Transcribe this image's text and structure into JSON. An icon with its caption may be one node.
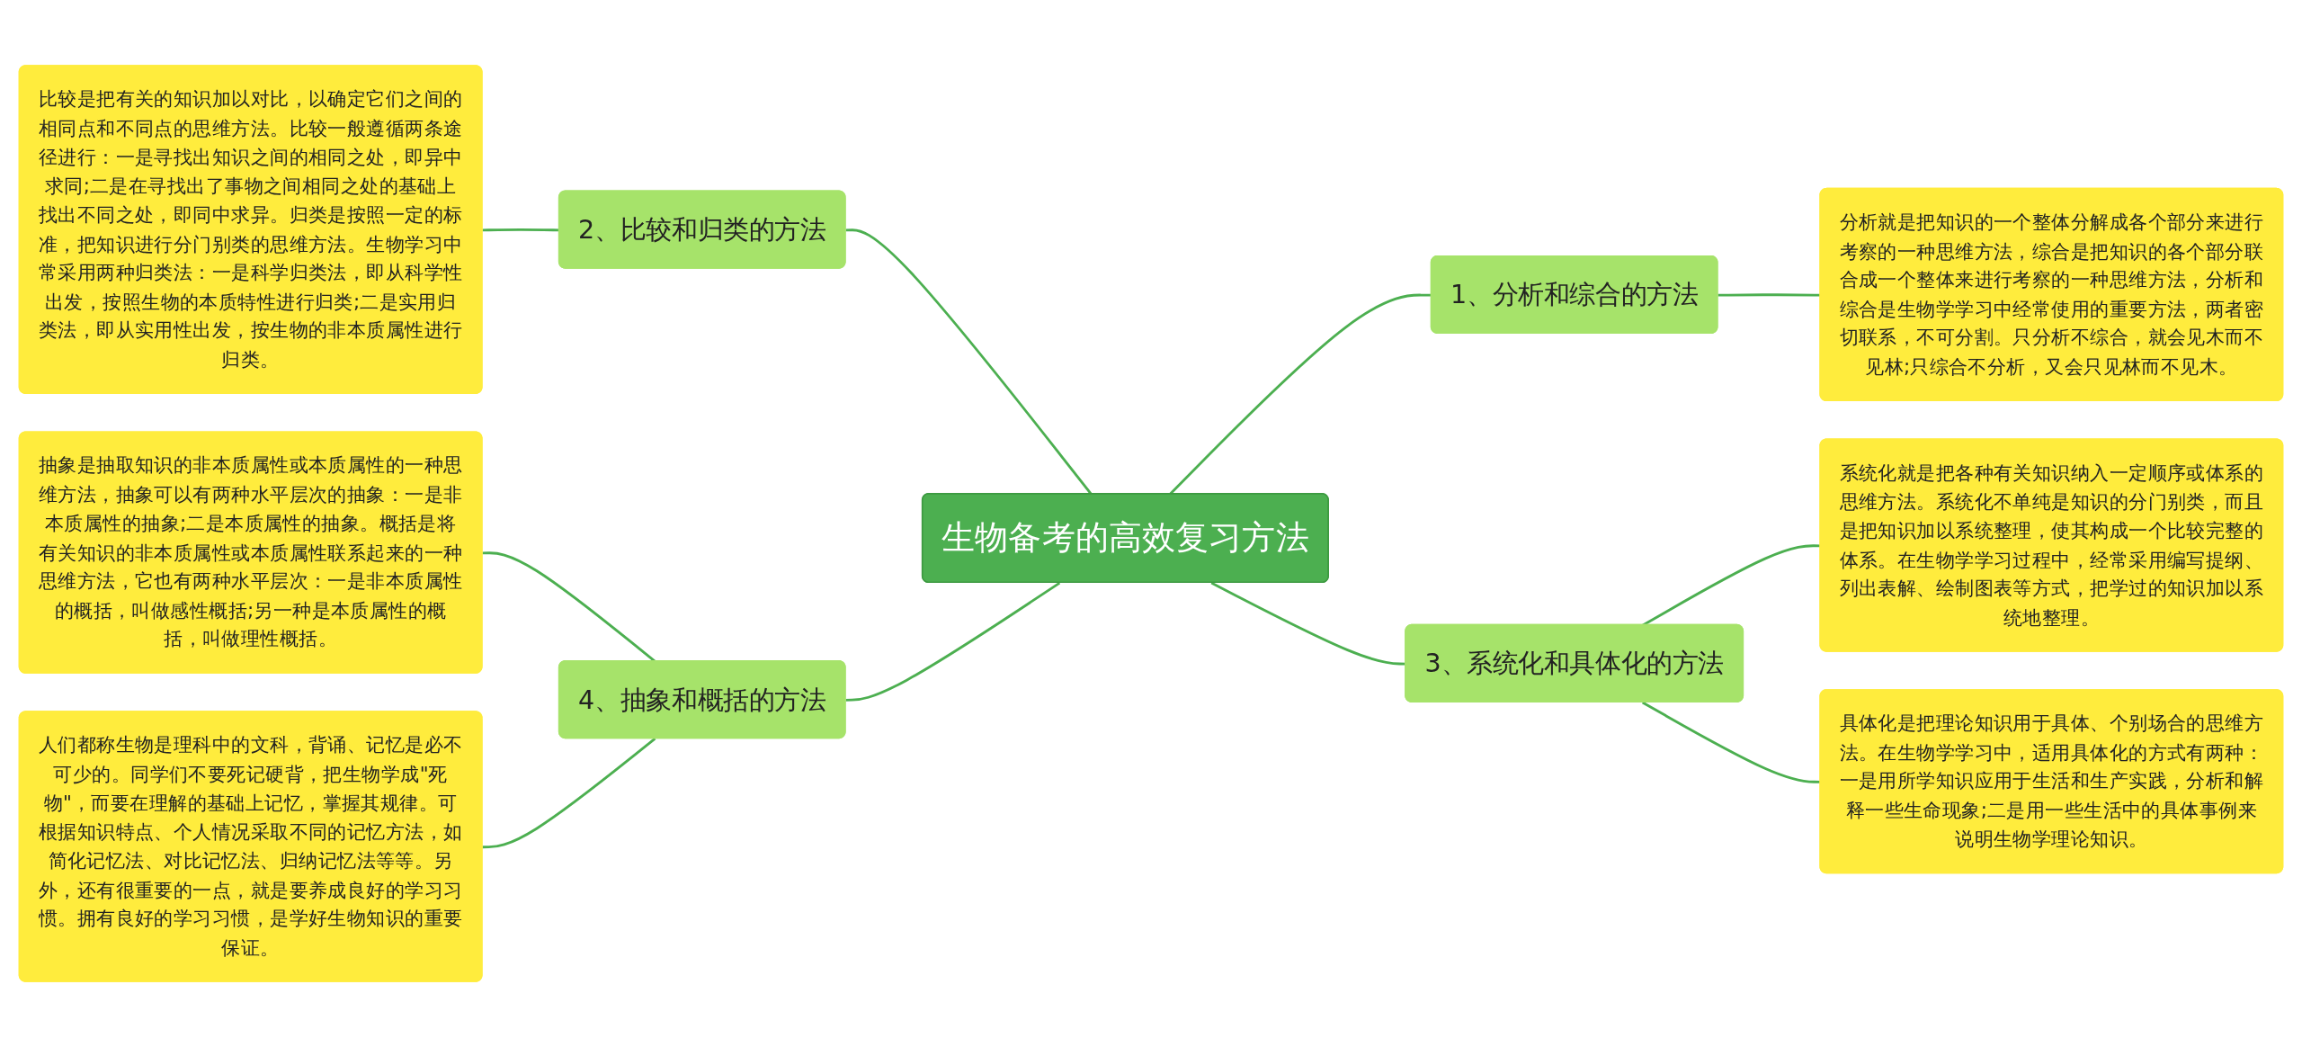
{
  "diagram": {
    "nodes": [
      {
        "text": [
          "生物备考的高效复习方法"
        ]
      },
      {
        "text": [
          "1、分析和综合的方法"
        ]
      },
      {
        "text": [
          "分析就是把知识的一个整体分解成各个部分来进行考察的一种思维方法，综合是把知识的各个部分联合成一个整体来进行考察的一种思维方法，分析和综合是生物学学习中经常使用的重要方法，两者密切联系，不可分割。只分析不综合，就会见木而不见林;只综合不分析，又会只见林而不见木。"
        ]
      },
      {
        "text": [
          "2、比较和归类的方法"
        ]
      },
      {
        "text": [
          "比较是把有关的知识加以对比，以确定它们之间的相同点和不同点的思维方法。比较一般遵循两条途径进行：一是寻找出知识之间的相同之处，即异中求同;二是在寻找出了事物之间相同之处的基础上找出不同之处，即同中求异。归类是按照一定的标准，把知识进行分门别类的思维方法。生物学习中常采用两种归类法：一是科学归类法，即从科学性出发，按照生物的本质特性进行归类;二是实用归类法，即从实用性出发，按生物的非本质属性进行归类。"
        ]
      },
      {
        "text": [
          "3、系统化和具体化的方法"
        ]
      },
      {
        "text": [
          "系统化就是把各种有关知识纳入一定顺序或体系的思维方法。系统化不单纯是知识的分门别类，而且是把知识加以系统整理，使其构成一个比较完整的体系。在生物学学习过程中，经常采用编写提纲、列出表解、绘制图表等方式，把学过的知识加以系统地整理。"
        ]
      },
      {
        "text": [
          "具体化是把理论知识用于具体、个别场合的思维方法。在生物学学习中，适用具体化的方式有两种：一是用所学知识应用于生活和生产实践，分析和解释一些生命现象;二是用一些生活中的具体事例来说明生物学理论知识。"
        ]
      },
      {
        "text": [
          "4、抽象和概括的方法"
        ]
      },
      {
        "text": [
          "抽象是抽取知识的非本质属性或本质属性的一种思维方法，抽象可以有两种水平层次的抽象：一是非本质属性的抽象;二是本质属性的抽象。概括是将有关知识的非本质属性或本质属性联系起来的一种思维方法，它也有两种水平层次：一是非本质属性的概括，叫做感性概括;另一种是本质属性的概括，叫做理性概括。"
        ]
      },
      {
        "text": [
          "人们都称生物是理科中的文科，背诵、记忆是必不可少的。同学们不要死记硬背，把生物学成\"死物\"，而要在理解的基础上记忆，掌握其规律。可根据知识特点、个人情况采取不同的记忆方法，如简化记忆法、对比记忆法、归纳记忆法等等。另外，还有很重要的一点，就是要养成良好的学习习惯。拥有良好的学习习惯，是学好生物知识的重要保证。"
        ]
      }
    ],
    "edges": [
      {
        "from": 0,
        "to": 1,
        "arrow": "none"
      },
      {
        "from": 1,
        "to": 2,
        "arrow": "none"
      },
      {
        "from": 3,
        "to": 0,
        "arrow": "none"
      },
      {
        "from": 4,
        "to": 3,
        "arrow": "none"
      },
      {
        "from": 0,
        "to": 5,
        "arrow": "none"
      },
      {
        "from": 5,
        "to": 6,
        "arrow": "none"
      },
      {
        "from": 5,
        "to": 7,
        "arrow": "none"
      },
      {
        "from": 8,
        "to": 0,
        "arrow": "none"
      },
      {
        "from": 9,
        "to": 8,
        "arrow": "none"
      },
      {
        "from": 10,
        "to": 8,
        "arrow": "none"
      }
    ]
  }
}
